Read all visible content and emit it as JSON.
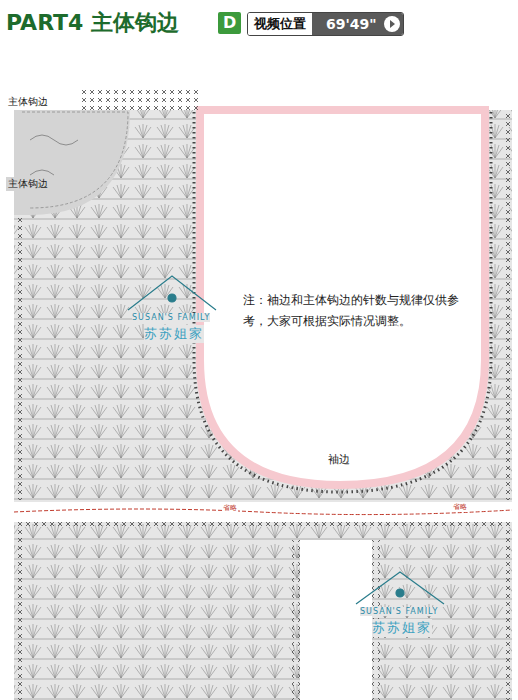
{
  "diagram": {
    "title": "PART4 主体钩边",
    "nodes": [
      {
        "text": [
          "D"
        ]
      },
      {
        "text": [
          "视频位置",
          "69'49\""
        ]
      }
    ],
    "labels": [
      "主体钩边",
      "主体钩边",
      "注：袖边和主体钩边的针数与规律仅供参考，大家可根据实际情况调整。",
      "袖边",
      "省略",
      "省略",
      "SUSAN'S FAMILY",
      "苏苏姐家",
      "SUSAN'S FAMILY",
      "苏苏姐家"
    ]
  }
}
